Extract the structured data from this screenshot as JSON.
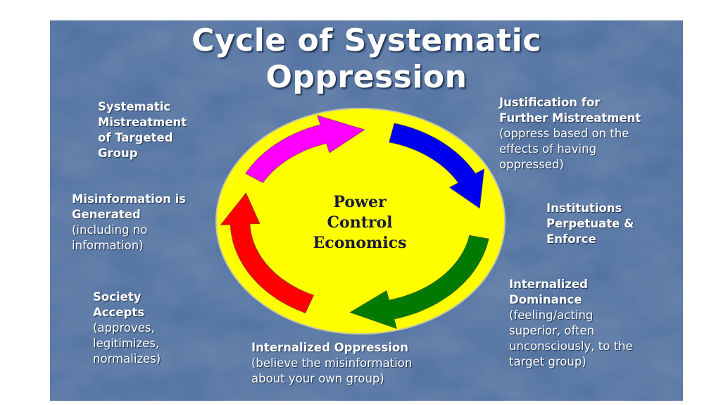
{
  "title": {
    "line1": "Cycle of Systematic",
    "line2": "Oppression"
  },
  "center": {
    "line1": "Power",
    "line2": "Control",
    "line3": "Economics"
  },
  "stages": [
    {
      "bold": "Systematic\nMistreatment\nof Targeted\nGroup",
      "detail": ""
    },
    {
      "bold": "Justification for\nFurther Mistreatment",
      "detail": "(oppress based on the\neffects  of having\noppressed)"
    },
    {
      "bold": "Institutions\nPerpetuate &\nEnforce",
      "detail": ""
    },
    {
      "bold": "Internalized\nDominance",
      "detail": "(feeling/acting\nsuperior, often\nunconsciously, to the\ntarget group)"
    },
    {
      "bold": "Internalized Oppression",
      "detail": "(believe the misinformation\nabout your own group)"
    },
    {
      "bold": "Society\nAccepts",
      "detail": "(approves,\nlegitimizes,\nnormalizes)"
    },
    {
      "bold": "Misinformation is\nGenerated",
      "detail": "(including no\ninformation)"
    }
  ],
  "colors": {
    "slide_background": "#4d6e9e",
    "circle_fill": "#ffff00",
    "arrow_magenta": "#ff00ff",
    "arrow_blue": "#0000ee",
    "arrow_green": "#007a00",
    "arrow_red": "#ff0000",
    "label_text": "#ffffff",
    "center_text": "#1a1a3a"
  },
  "arrows": [
    {
      "name": "magenta",
      "from_deg": 208,
      "to_deg": 272
    },
    {
      "name": "blue",
      "from_deg": 285,
      "to_deg": 352
    },
    {
      "name": "green",
      "from_deg": 10,
      "to_deg": 95
    },
    {
      "name": "red",
      "from_deg": 115,
      "to_deg": 198
    }
  ]
}
